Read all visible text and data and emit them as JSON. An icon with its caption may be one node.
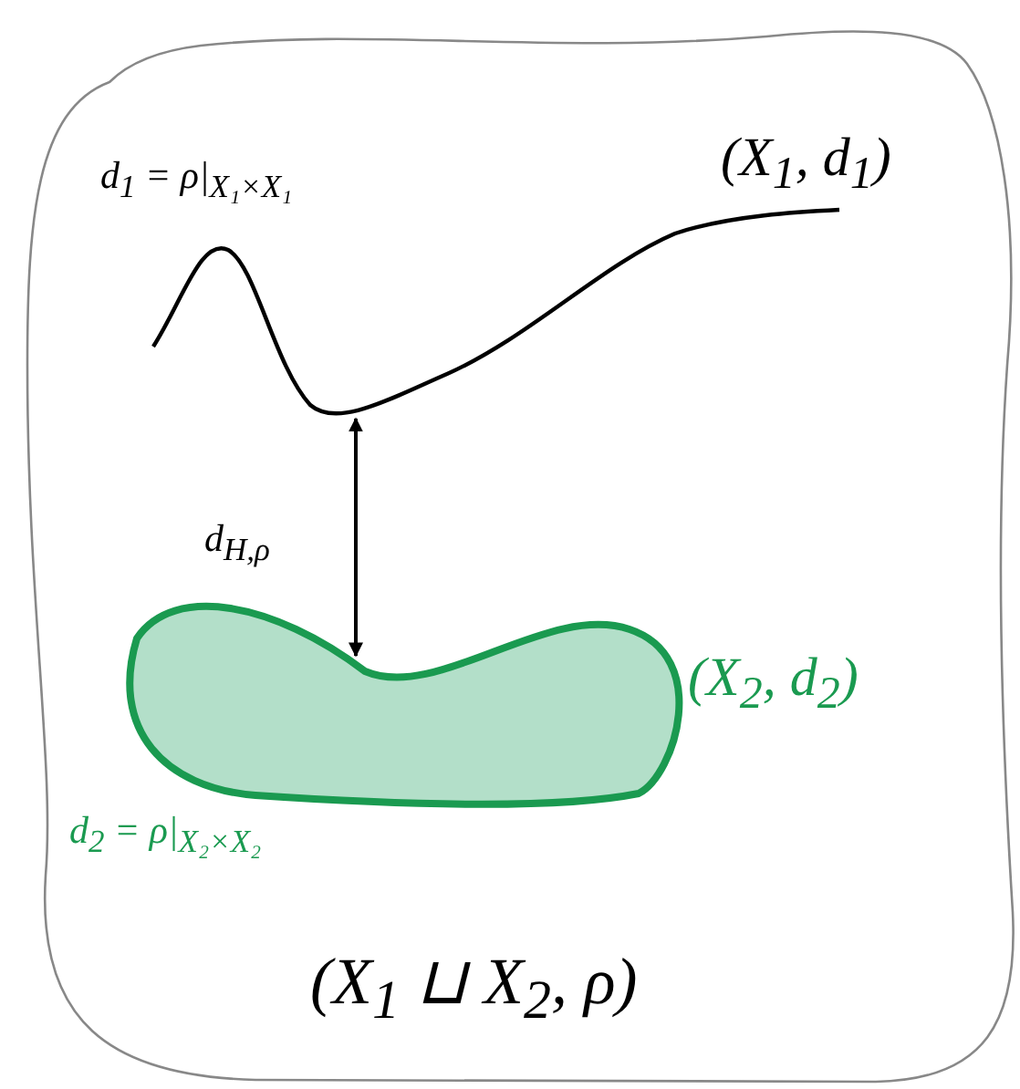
{
  "diagram": {
    "nodes": [
      {
        "text": [
          "(X$_{1}$ ⊔ X$_{2}$, ρ)"
        ]
      },
      {
        "text": [
          "d$_{1}$ = ρ|$_{X₁×X₁}$",
          "(X$_{1}$, d$_{1}$)"
        ],
        "in": 0
      },
      {
        "text": [
          "(X$_{2}$, d$_{2}$)"
        ],
        "beside": [
          "d$_{2}$ = ρ|$_{X₂×X₂}$"
        ],
        "in": 0
      }
    ],
    "edges": [
      {
        "from": 1,
        "to": 2,
        "arrow": "both",
        "label": "d$_{H,ρ}$"
      }
    ]
  }
}
